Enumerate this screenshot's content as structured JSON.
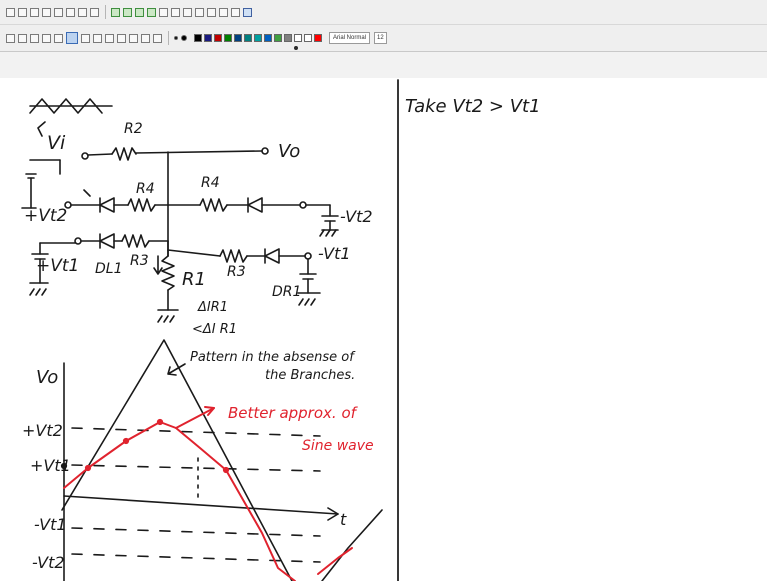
{
  "toolbar": {
    "font_name": "Arial Normal",
    "font_size": "12",
    "palette": [
      "#000000",
      "#1a1a80",
      "#c00000",
      "#008000",
      "#004080",
      "#008080",
      "#00a0a0",
      "#0060c0",
      "#40a040",
      "#808080",
      "#ffffff",
      "#ffffff",
      "#ff0000"
    ]
  },
  "notes": {
    "take_statement": "Take  Vt2 > Vt1",
    "circuit": {
      "vi": "Vi",
      "r2": "R2",
      "vo": "Vo",
      "r4_left": "R4",
      "r4_right": "R4",
      "vt2_pos": "+Vt2",
      "vt2_neg": "-Vt2",
      "vt1_pos": "+Vt1",
      "vt1_neg": "-Vt1",
      "r3_left": "R3",
      "r3_right": "R3",
      "dl1": "DL1",
      "dr1": "DR1",
      "r1": "R1",
      "delta1": "ΔIR1",
      "delta2": "<ΔI R1"
    },
    "graph": {
      "vo_axis": "Vo",
      "t_axis": "t",
      "pattern": "Pattern in the absense of",
      "pattern2": "the Branches.",
      "better": "Better approx. of",
      "better2": "Sine wave",
      "plus_vt2": "+Vt2",
      "plus_vt1": "+Vt1",
      "minus_vt1": "-Vt1",
      "minus_vt2": "-Vt2"
    }
  },
  "colors": {
    "ink": "#1a1a1a",
    "red_ink": "#e0232e",
    "divider": "#222222"
  }
}
